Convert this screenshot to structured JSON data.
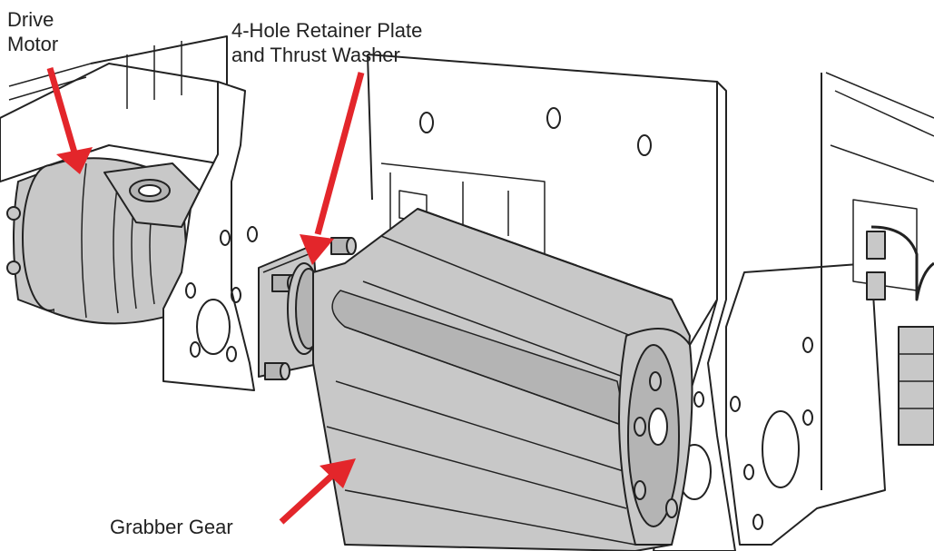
{
  "callouts": {
    "drive_motor": {
      "line1": "Drive",
      "line2": "Motor"
    },
    "retainer": {
      "line1": "4-Hole Retainer Plate",
      "line2": "and Thrust Washer"
    },
    "grabber_gear": {
      "line1": "Grabber Gear"
    }
  },
  "colors": {
    "arrow": "#e3262b",
    "part_fill": "#c8c8c8",
    "part_shade": "#b4b4b4",
    "line": "#222222",
    "background": "#ffffff"
  }
}
